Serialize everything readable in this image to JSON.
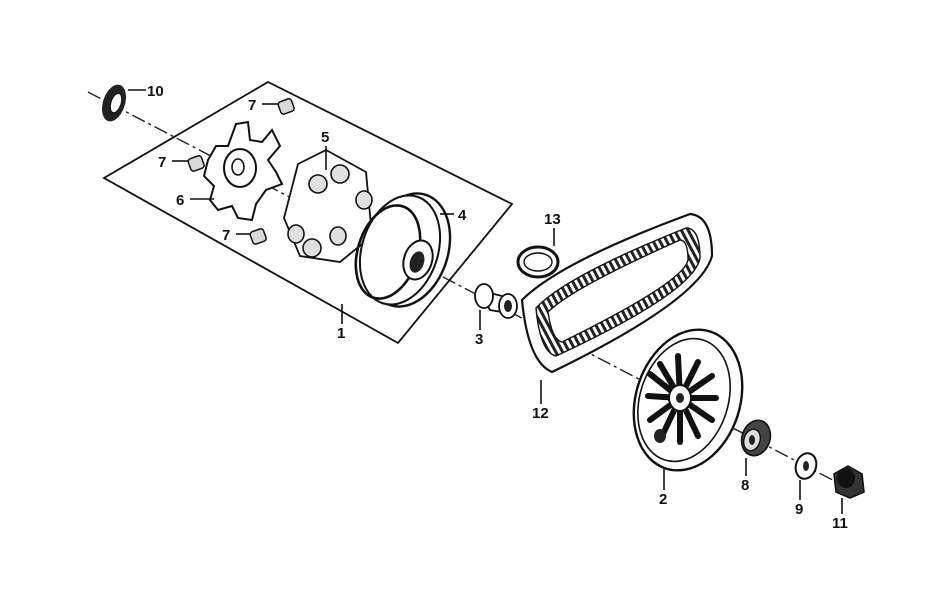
{
  "callouts": [
    {
      "id": "p1",
      "label": "1"
    },
    {
      "id": "p2",
      "label": "2"
    },
    {
      "id": "p3",
      "label": "3"
    },
    {
      "id": "p4",
      "label": "4"
    },
    {
      "id": "p5",
      "label": "5"
    },
    {
      "id": "p6",
      "label": "6"
    },
    {
      "id": "p7a",
      "label": "7"
    },
    {
      "id": "p7b",
      "label": "7"
    },
    {
      "id": "p7c",
      "label": "7"
    },
    {
      "id": "p8",
      "label": "8"
    },
    {
      "id": "p9",
      "label": "9"
    },
    {
      "id": "p10",
      "label": "10"
    },
    {
      "id": "p11",
      "label": "11"
    },
    {
      "id": "p12",
      "label": "12"
    },
    {
      "id": "p13",
      "label": "13"
    }
  ]
}
